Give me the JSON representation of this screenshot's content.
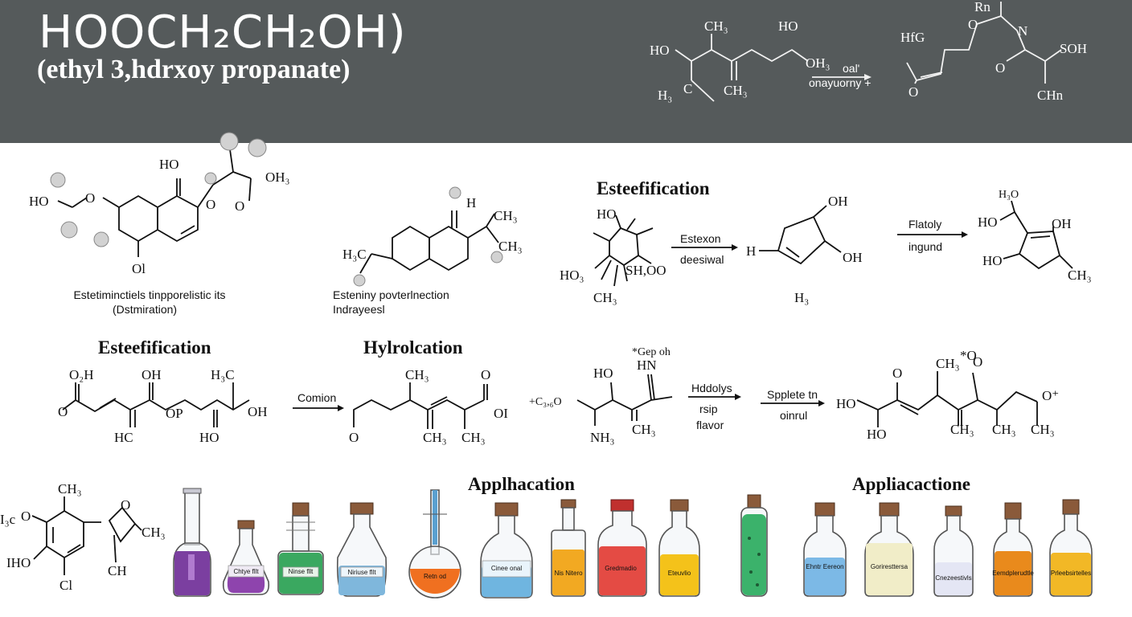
{
  "header": {
    "title": "HOOCH₂CH₂OH)",
    "subtitle": "(ethyl 3,hdrxoy propanate)"
  },
  "top_reaction": {
    "left_labels": [
      "HO",
      "CH₃",
      "HO",
      "OH₃",
      "CH₃",
      "H₃",
      "C"
    ],
    "arrow_labels": [
      "oal'",
      "onayuorny +"
    ],
    "right_labels": [
      "Rn",
      "O",
      "HfG",
      "N",
      "SOH",
      "O",
      "O",
      "CHn"
    ]
  },
  "row1": {
    "mol1": {
      "labels": [
        "HO",
        "HO",
        "O",
        "O",
        "OH₃",
        "O",
        "Ol"
      ],
      "caption": [
        "Estetiminctiels tinpporelistic its",
        "(Dstmiration)"
      ]
    },
    "mol2": {
      "labels": [
        "H",
        "CH₃",
        "H₃C",
        "CH₃"
      ],
      "caption": [
        "Esteniny povterlnection",
        "Indrayeesl"
      ]
    },
    "esterification": {
      "heading": "Esteefification",
      "left_labels": [
        "HO",
        "HO₃",
        "SH,OO",
        "CH₃"
      ],
      "arrow1_labels": [
        "Estexon",
        "deesiwal"
      ],
      "mid_labels": [
        "OH",
        "H",
        "OH",
        "H₃"
      ],
      "arrow2_labels": [
        "Flatoly",
        "ingund"
      ],
      "right_labels": [
        "H₃O",
        "HO",
        "OH",
        "HO",
        "CH₃"
      ]
    }
  },
  "row2": {
    "heading_left": "Esteefification",
    "heading_mid": "Hylrolcation",
    "mol_a": [
      "O₂H",
      "OH",
      "H₃C",
      "O",
      "OP",
      "OH",
      "HC",
      "HO"
    ],
    "arrow_a": "Comion",
    "mol_b": [
      "CH₃",
      "O",
      "OI",
      "O",
      "CH₃",
      "CH₃"
    ],
    "mol_c": [
      "*Gep oh",
      "HN",
      "HO",
      "+C₃,₆O",
      "NH₃",
      "CH₃"
    ],
    "arrow_c_labels": [
      "Hddolys",
      "rsip",
      "flavor"
    ],
    "arrow_d_labels": [
      "Spplete tn",
      "oinrul"
    ],
    "mol_d": [
      "CH₃",
      "*O",
      "O",
      "HO",
      "O",
      "O⁺",
      "HO",
      "CH₃",
      "CH₃",
      "CH₃"
    ]
  },
  "row3": {
    "heading_1": "Applhacation",
    "heading_2": "Appliacactione",
    "mol": [
      "CH₃",
      "I₃c",
      "O",
      "O",
      "CH₃",
      "IHO",
      "CH",
      "Cl"
    ],
    "bottles": [
      {
        "liquid": "#7b3fa0",
        "label": ""
      },
      {
        "liquid": "#8e44ad",
        "label": "Chtye fllt"
      },
      {
        "liquid": "#3aa860",
        "label": "Ninse fllt"
      },
      {
        "liquid": "#7fb7dc",
        "label": "Niriuse fllt"
      },
      {
        "liquid": "#f07020",
        "label": "Retn od"
      },
      {
        "liquid": "#6fb5e0",
        "label": "Cinee onal"
      },
      {
        "liquid": "#f2a922",
        "label": "Nis Nitero"
      },
      {
        "liquid": "#e44b44",
        "label": "Gredmadio"
      },
      {
        "liquid": "#f4c21a",
        "label": "Eteuvlio"
      },
      {
        "liquid": "#3bb26b",
        "label": ""
      },
      {
        "liquid": "#7cb9e6",
        "label": "Ehntr Eereon"
      },
      {
        "liquid": "#f1edc8",
        "label": "Goriresttersa"
      },
      {
        "liquid": "#e4e6f4",
        "label": "Cnezeestivls"
      },
      {
        "liquid": "#e98a1c",
        "label": "Eemdplerudtle"
      },
      {
        "liquid": "#f2b826",
        "label": "Prleebsirtelles"
      }
    ]
  }
}
